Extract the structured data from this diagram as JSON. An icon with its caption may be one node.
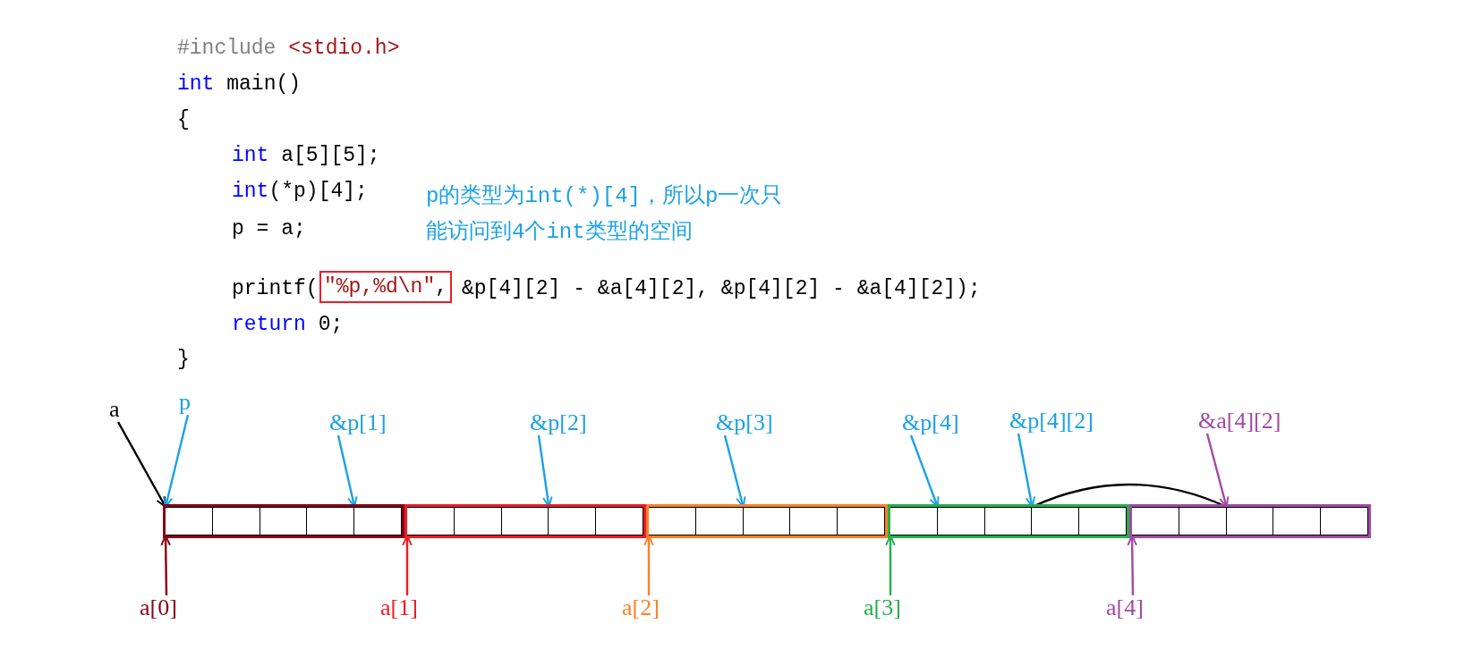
{
  "diagram": {
    "nodes": [
      {
        "text": [
          "\"%p,%d\\n\","
        ]
      },
      {
        "text": [],
        "shape": "box"
      },
      {
        "text": [],
        "shape": "box",
        "in": 1
      },
      {
        "text": [],
        "shape": "box",
        "in": 1
      },
      {
        "text": [],
        "shape": "box",
        "in": 1
      },
      {
        "text": [],
        "shape": "box",
        "in": 1
      },
      {
        "text": [],
        "shape": "box",
        "in": 1
      },
      {
        "text": [],
        "shape": "box"
      },
      {
        "text": [],
        "shape": "box",
        "in": 7
      },
      {
        "text": [],
        "shape": "box",
        "in": 7
      },
      {
        "text": [],
        "shape": "box",
        "in": 7
      },
      {
        "text": [],
        "shape": "box",
        "in": 7
      },
      {
        "text": [],
        "shape": "box",
        "in": 7
      },
      {
        "text": [],
        "shape": "box"
      },
      {
        "text": [],
        "shape": "box",
        "in": 13
      },
      {
        "text": [],
        "shape": "box",
        "in": 13
      },
      {
        "text": [],
        "shape": "box",
        "in": 13
      },
      {
        "text": [],
        "shape": "box",
        "in": 13
      },
      {
        "text": [],
        "shape": "box",
        "in": 13
      },
      {
        "text": [],
        "shape": "box"
      },
      {
        "text": [],
        "shape": "box",
        "in": 19
      },
      {
        "text": [],
        "shape": "box",
        "in": 19
      },
      {
        "text": [],
        "shape": "box",
        "in": 19
      },
      {
        "text": [],
        "shape": "box",
        "in": 19
      },
      {
        "text": [],
        "shape": "box",
        "in": 19
      },
      {
        "text": [],
        "shape": "box"
      },
      {
        "text": [],
        "shape": "box",
        "in": 25
      },
      {
        "text": [],
        "shape": "box",
        "in": 25
      },
      {
        "text": [],
        "shape": "box",
        "in": 25
      },
      {
        "text": [],
        "shape": "box",
        "in": 25
      },
      {
        "text": [],
        "shape": "box",
        "in": 25
      },
      {
        "text": [
          "a"
        ]
      },
      {
        "text": [
          "p"
        ]
      },
      {
        "text": [
          "&p[1]"
        ]
      },
      {
        "text": [
          "&p[2]"
        ]
      },
      {
        "text": [
          "&p[3]"
        ]
      },
      {
        "text": [
          "&p[4]"
        ]
      },
      {
        "text": [
          "&p[4][2]"
        ]
      },
      {
        "text": [
          "&a[4][2]"
        ]
      },
      {
        "text": [
          "a[0]"
        ]
      },
      {
        "text": [
          "a[1]"
        ]
      },
      {
        "text": [
          "a[2]"
        ]
      },
      {
        "text": [
          "a[3]"
        ]
      },
      {
        "text": [
          "a[4]"
        ]
      }
    ],
    "edges": [
      {
        "from": 31,
        "to": 2,
        "arrow": "to",
        "color": "#000000"
      },
      {
        "from": 32,
        "to": 2,
        "arrow": "to"
      },
      {
        "from": 33,
        "to": 6,
        "arrow": "to"
      },
      {
        "from": 34,
        "to": 11,
        "arrow": "to"
      },
      {
        "from": 35,
        "to": 16,
        "arrow": "to"
      },
      {
        "from": 36,
        "to": 21,
        "arrow": "to"
      },
      {
        "from": 37,
        "to": 23,
        "arrow": "to"
      },
      {
        "from": 38,
        "to": 28,
        "arrow": "to",
        "color": "#a349a4"
      },
      {
        "from": 39,
        "to": 2,
        "arrow": "to",
        "color": "#880015"
      },
      {
        "from": 40,
        "to": 8,
        "arrow": "to",
        "color": "#ed1c24"
      },
      {
        "from": 41,
        "to": 14,
        "arrow": "to",
        "color": "#ff7f27"
      },
      {
        "from": 42,
        "to": 20,
        "arrow": "to",
        "color": "#22b14c"
      },
      {
        "from": 43,
        "to": 26,
        "arrow": "to",
        "color": "#a349a4"
      },
      {
        "from": 23,
        "to": 28,
        "arrow": "none",
        "color": "#000000"
      }
    ],
    "labels": [
      "#include <stdio.h>",
      "int main()",
      "{",
      "int a[5][5];",
      "int(*p)[4];",
      "p的类型为int(*)[4]，所以p一次只能访问到4个int类型的空间",
      "p = a;",
      "printf(",
      "&p[4][2] - &a[4][2], &p[4][2] - &a[4][2]);",
      "return 0;",
      "}"
    ]
  }
}
